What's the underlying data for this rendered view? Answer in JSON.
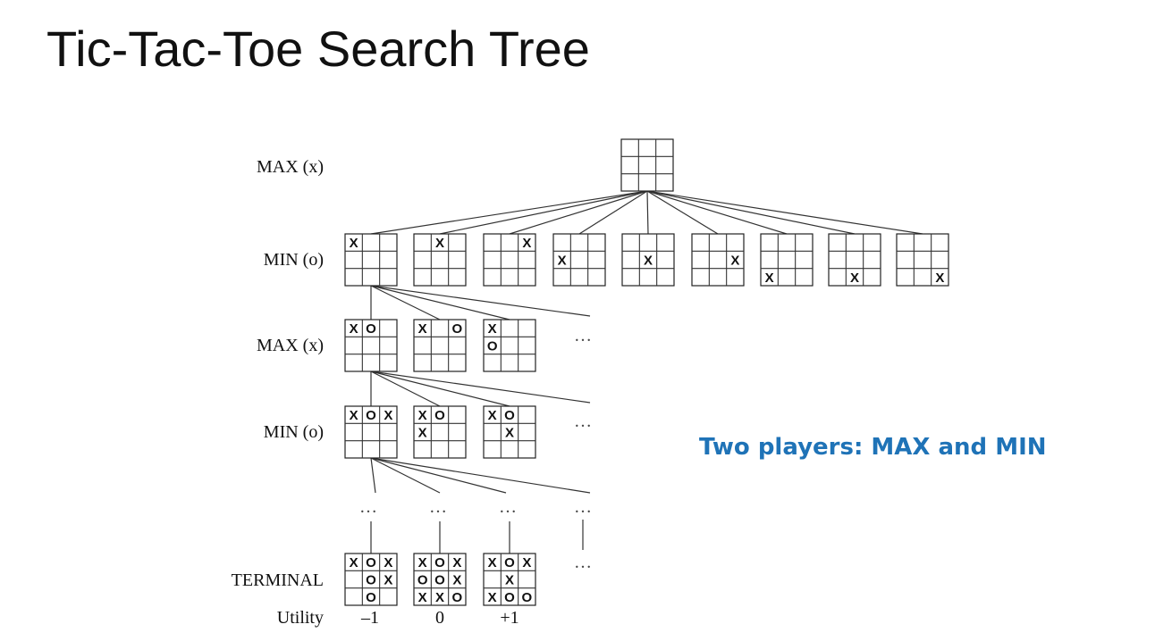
{
  "slide": {
    "title": "Tic-Tac-Toe Search Tree",
    "note": "Two players: MAX and MIN",
    "colors": {
      "note": "#1f73b7",
      "text": "#111111",
      "lines": "#333333"
    }
  },
  "levels": [
    "MAX (x)",
    "MIN (o)",
    "MAX (x)",
    "MIN (o)",
    "TERMINAL"
  ],
  "utility_label": "Utility",
  "ellipsis": "…",
  "boards": {
    "root": [
      "",
      "",
      "",
      "",
      "",
      "",
      "",
      "",
      ""
    ],
    "level1": [
      [
        "X",
        "",
        "",
        "",
        "",
        "",
        "",
        "",
        ""
      ],
      [
        "",
        "X",
        "",
        "",
        "",
        "",
        "",
        "",
        ""
      ],
      [
        "",
        "",
        "X",
        "",
        "",
        "",
        "",
        "",
        ""
      ],
      [
        "",
        "",
        "",
        "X",
        "",
        "",
        "",
        "",
        ""
      ],
      [
        "",
        "",
        "",
        "",
        "X",
        "",
        "",
        "",
        ""
      ],
      [
        "",
        "",
        "",
        "",
        "",
        "X",
        "",
        "",
        ""
      ],
      [
        "",
        "",
        "",
        "",
        "",
        "",
        "X",
        "",
        ""
      ],
      [
        "",
        "",
        "",
        "",
        "",
        "",
        "",
        "X",
        ""
      ],
      [
        "",
        "",
        "",
        "",
        "",
        "",
        "",
        "",
        "X"
      ]
    ],
    "level2": [
      [
        "X",
        "O",
        "",
        "",
        "",
        "",
        "",
        "",
        ""
      ],
      [
        "X",
        "",
        "O",
        "",
        "",
        "",
        "",
        "",
        ""
      ],
      [
        "X",
        "",
        "",
        "O",
        "",
        "",
        "",
        "",
        ""
      ]
    ],
    "level3": [
      [
        "X",
        "O",
        "X",
        "",
        "",
        "",
        "",
        "",
        ""
      ],
      [
        "X",
        "O",
        "",
        "X",
        "",
        "",
        "",
        "",
        ""
      ],
      [
        "X",
        "O",
        "",
        "",
        "X",
        "",
        "",
        "",
        ""
      ]
    ],
    "terminal": [
      [
        "X",
        "O",
        "X",
        "",
        "O",
        "X",
        "",
        "O",
        ""
      ],
      [
        "X",
        "O",
        "X",
        "O",
        "O",
        "X",
        "X",
        "X",
        "O"
      ],
      [
        "X",
        "O",
        "X",
        "",
        "X",
        "",
        "X",
        "O",
        "O"
      ]
    ]
  },
  "utilities": [
    "–1",
    "0",
    "+1"
  ]
}
